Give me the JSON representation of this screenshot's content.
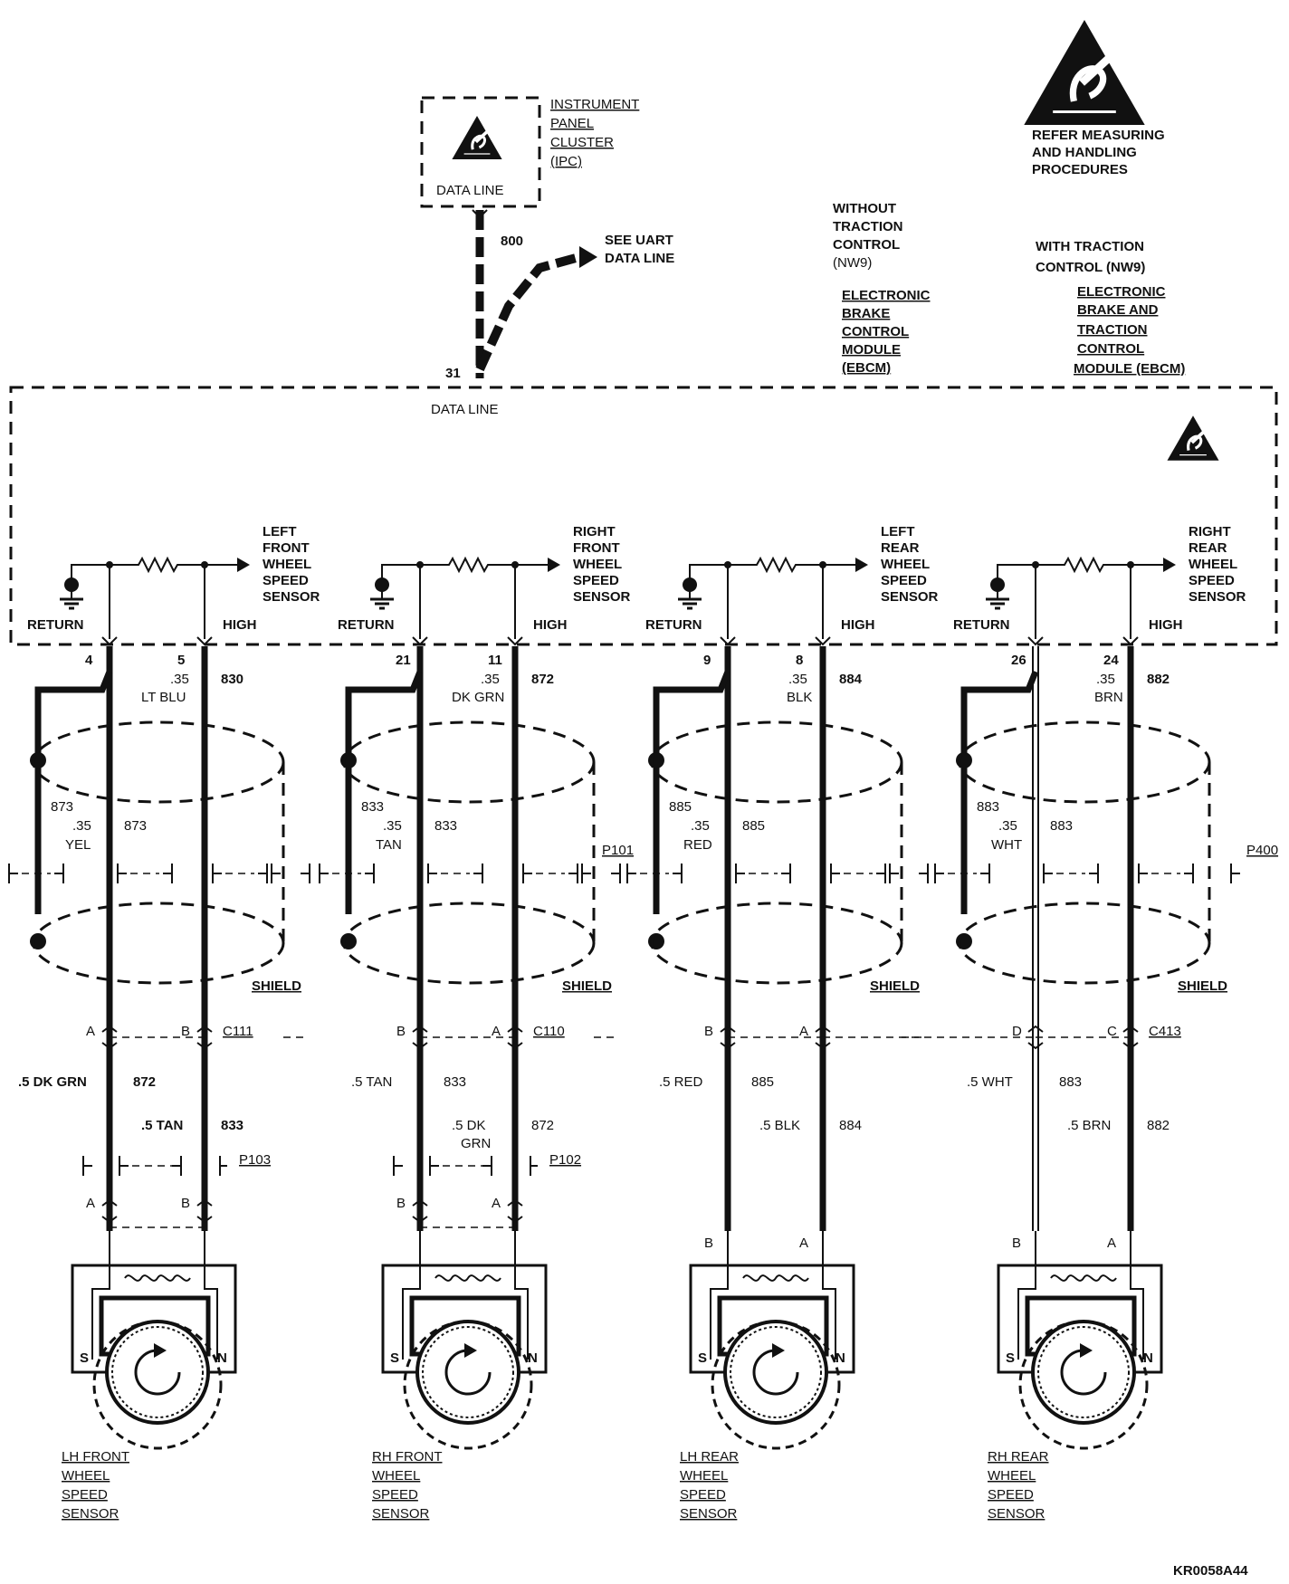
{
  "ipc": {
    "label": [
      "INSTRUMENT",
      "PANEL",
      "CLUSTER",
      "(IPC)"
    ],
    "data_line": "DATA LINE",
    "wire_circuit": "800"
  },
  "uart": {
    "label": [
      "SEE UART",
      "DATA LINE"
    ]
  },
  "esd_note": [
    "REFER MEASURING",
    "AND HANDLING",
    "PROCEDURES"
  ],
  "ebcm_without": {
    "condition": [
      "WITHOUT",
      "TRACTION",
      "CONTROL",
      "(NW9)"
    ],
    "module": [
      "ELECTRONIC",
      "BRAKE",
      "CONTROL",
      "MODULE",
      "(EBCM)"
    ]
  },
  "ebcm_with": {
    "condition": [
      "WITH TRACTION",
      "CONTROL (NW9)"
    ],
    "module": [
      "ELECTRONIC",
      "BRAKE AND",
      "TRACTION",
      "CONTROL",
      "MODULE (EBCM)"
    ]
  },
  "ebcm_box": {
    "data_line_pin": "31",
    "data_line": "DATA LINE"
  },
  "channels": [
    {
      "sensor_label": [
        "LEFT",
        "FRONT",
        "WHEEL",
        "SPEED",
        "SENSOR"
      ],
      "return_label": "RETURN",
      "high_label": "HIGH",
      "return_pin": "4",
      "high_pin": "5",
      "high_gauge": ".35",
      "high_color": "LT BLU",
      "high_circuit": "830",
      "ret_circuit": "873",
      "ret_gauge": ".35",
      "ret_color": "YEL",
      "ret_circuit_right": "873",
      "shield": "SHIELD",
      "pass_thru": "",
      "conn_left": "A",
      "conn_right": "B",
      "connector": "C111",
      "harness_left_gauge": ".5 DK GRN",
      "harness_left_circuit": "872",
      "harness_right_gauge": ".5 TAN",
      "harness_right_circuit": "833",
      "harness_right_gauge2": "",
      "inline": "P103",
      "inline_left": "A",
      "inline_right": "B",
      "sensor_left": "",
      "sensor_right": "",
      "pole_s": "S",
      "pole_n": "N",
      "sensor_name": [
        "LH FRONT",
        "WHEEL",
        "SPEED",
        "SENSOR"
      ]
    },
    {
      "sensor_label": [
        "RIGHT",
        "FRONT",
        "WHEEL",
        "SPEED",
        "SENSOR"
      ],
      "return_label": "RETURN",
      "high_label": "HIGH",
      "return_pin": "21",
      "high_pin": "11",
      "high_gauge": ".35",
      "high_color": "DK GRN",
      "high_circuit": "872",
      "ret_circuit": "833",
      "ret_gauge": ".35",
      "ret_color": "TAN",
      "ret_circuit_right": "833",
      "shield": "SHIELD",
      "pass_thru": "P101",
      "conn_left": "B",
      "conn_right": "A",
      "connector": "C110",
      "harness_left_gauge": ".5 TAN",
      "harness_left_circuit": "833",
      "harness_right_gauge": ".5 DK",
      "harness_right_circuit": "872",
      "harness_right_gauge2": "GRN",
      "inline": "P102",
      "inline_left": "B",
      "inline_right": "A",
      "sensor_left": "",
      "sensor_right": "",
      "pole_s": "S",
      "pole_n": "N",
      "sensor_name": [
        "RH FRONT",
        "WHEEL",
        "SPEED",
        "SENSOR"
      ]
    },
    {
      "sensor_label": [
        "LEFT",
        "REAR",
        "WHEEL",
        "SPEED",
        "SENSOR"
      ],
      "return_label": "RETURN",
      "high_label": "HIGH",
      "return_pin": "9",
      "high_pin": "8",
      "high_gauge": ".35",
      "high_color": "BLK",
      "high_circuit": "884",
      "ret_circuit": "885",
      "ret_gauge": ".35",
      "ret_color": "RED",
      "ret_circuit_right": "885",
      "shield": "SHIELD",
      "pass_thru": "",
      "conn_left": "B",
      "conn_right": "A",
      "connector": "",
      "harness_left_gauge": ".5 RED",
      "harness_left_circuit": "885",
      "harness_right_gauge": ".5 BLK",
      "harness_right_circuit": "884",
      "harness_right_gauge2": "",
      "inline": "",
      "inline_left": "",
      "inline_right": "",
      "sensor_left": "B",
      "sensor_right": "A",
      "pole_s": "S",
      "pole_n": "N",
      "sensor_name": [
        "LH REAR",
        "WHEEL",
        "SPEED",
        "SENSOR"
      ]
    },
    {
      "sensor_label": [
        "RIGHT",
        "REAR",
        "WHEEL",
        "SPEED",
        "SENSOR"
      ],
      "return_label": "RETURN",
      "high_label": "HIGH",
      "return_pin": "26",
      "high_pin": "24",
      "high_gauge": ".35",
      "high_color": "BRN",
      "high_circuit": "882",
      "ret_circuit": "883",
      "ret_gauge": ".35",
      "ret_color": "WHT",
      "ret_circuit_right": "883",
      "shield": "SHIELD",
      "pass_thru": "P400",
      "conn_left": "D",
      "conn_right": "C",
      "connector": "C413",
      "harness_left_gauge": ".5 WHT",
      "harness_left_circuit": "883",
      "harness_right_gauge": ".5 BRN",
      "harness_right_circuit": "882",
      "harness_right_gauge2": "",
      "inline": "",
      "inline_left": "",
      "inline_right": "",
      "sensor_left": "B",
      "sensor_right": "A",
      "pole_s": "S",
      "pole_n": "N",
      "sensor_name": [
        "RH REAR",
        "WHEEL",
        "SPEED",
        "SENSOR"
      ]
    }
  ],
  "figure_id": "KR0058A44"
}
